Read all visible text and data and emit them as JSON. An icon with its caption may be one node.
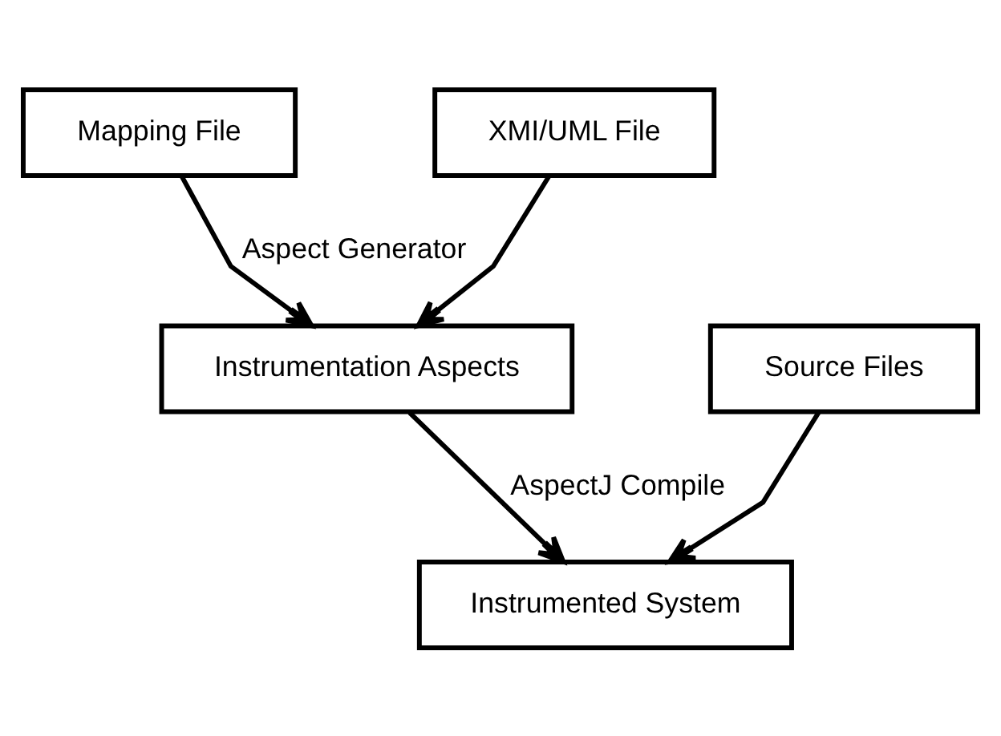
{
  "diagram": {
    "nodes": [
      {
        "text": [
          "Mapping File"
        ]
      },
      {
        "text": [
          "XMI/UML File"
        ]
      },
      {
        "text": [
          "Instrumentation Aspects"
        ]
      },
      {
        "text": [
          "Source Files"
        ]
      },
      {
        "text": [
          "Instrumented System"
        ]
      }
    ],
    "edges": [
      {
        "from": 0,
        "to": 2,
        "arrow": "to",
        "label": "Aspect Generator"
      },
      {
        "from": 1,
        "to": 2,
        "arrow": "to"
      },
      {
        "from": 2,
        "to": 4,
        "arrow": "to",
        "label": "AspectJ Compile"
      },
      {
        "from": 3,
        "to": 4,
        "arrow": "to"
      }
    ]
  }
}
